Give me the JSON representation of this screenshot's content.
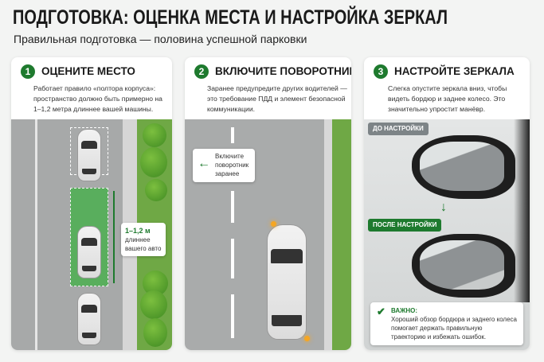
{
  "header": {
    "title": "ПОДГОТОВКА: ОЦЕНКА МЕСТА И НАСТРОЙКА ЗЕРКАЛ",
    "subtitle": "Правильная подготовка — половина успешной парковки"
  },
  "steps": [
    {
      "number": "1",
      "title": "ОЦЕНИТЕ МЕСТО",
      "text": "Работает правило «полтора корпуса»: пространство должно быть примерно на 1–1,2 метра длиннее вашей машины.",
      "callout_value": "1–1,2 м",
      "callout_text": "длиннее вашего авто"
    },
    {
      "number": "2",
      "title": "ВКЛЮЧИТЕ ПОВОРОТНИК",
      "text": "Заранее предупредите других водителей — это требование ПДД и элемент безопасной коммуникации.",
      "callout_text": "Включите поворотник заранее"
    },
    {
      "number": "3",
      "title": "НАСТРОЙТЕ ЗЕРКАЛА",
      "text": "Слегка опустите зеркала вниз, чтобы видеть бордюр и заднее колесо. Это значительно упростит манёвр.",
      "before_label": "ДО НАСТРОЙКИ",
      "after_label": "ПОСЛЕ НАСТРОЙКИ",
      "note_title": "ВАЖНО:",
      "note_text": "Хороший обзор бордюра и заднего колеса помогает держать правильную траекторию и избежать ошибок."
    }
  ],
  "colors": {
    "accent": "#1e7a2e",
    "space": "#4caf50",
    "signal": "#f5a623"
  }
}
